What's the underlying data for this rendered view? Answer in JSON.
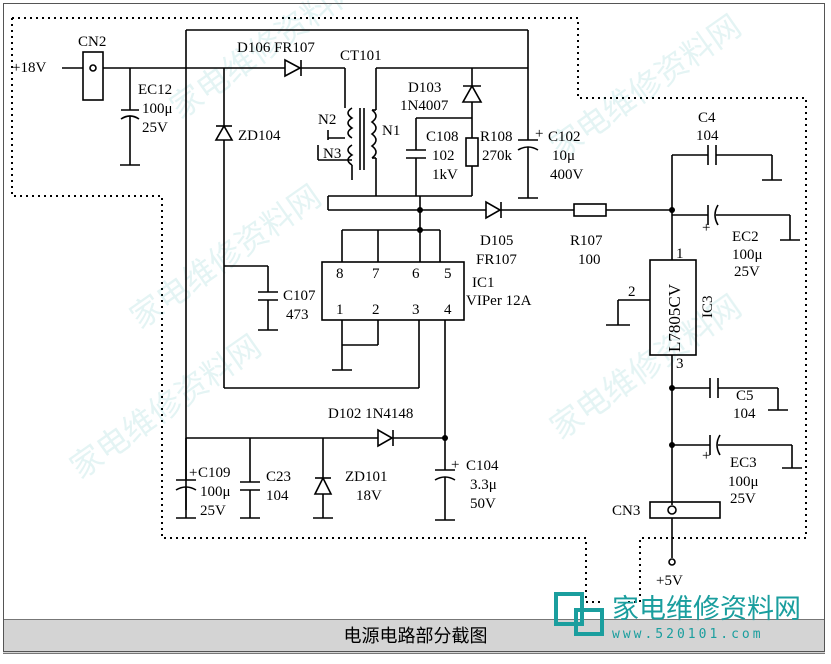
{
  "caption": "电源电路部分截图",
  "watermark": {
    "logo_text": "家电维修资料网",
    "url_text": "www.520101.com"
  },
  "labels": {
    "v18": "+18V",
    "cn2": "CN2",
    "ec12": "EC12",
    "ec12_val": "100μ",
    "ec12_v": "25V",
    "d106": "D106 FR107",
    "ct101": "CT101",
    "zd104": "ZD104",
    "n2": "N2",
    "n3": "N3",
    "n1": "N1",
    "d103": "D103",
    "d103_val": "1N4007",
    "c108": "C108",
    "c108_val": "102",
    "c108_v": "1kV",
    "r108": "R108",
    "r108_val": "270k",
    "c102": "C102",
    "c102_val": "10μ",
    "c102_v": "400V",
    "c4": "C4",
    "c4_val": "104",
    "ec2": "EC2",
    "ec2_val": "100μ",
    "ec2_v": "25V",
    "d105": "D105",
    "d105_val": "FR107",
    "r107": "R107",
    "r107_val": "100",
    "ic1": "IC1",
    "ic1_val": "VIPer 12A",
    "c107": "C107",
    "c107_val": "473",
    "ic3_part": "L7805CV",
    "ic3": "IC3",
    "c5": "C5",
    "c5_val": "104",
    "ec3": "EC3",
    "ec3_val": "100μ",
    "ec3_v": "25V",
    "d102": "D102 1N4148",
    "c109": "C109",
    "c109_val": "100μ",
    "c109_v": "25V",
    "c23": "C23",
    "c23_val": "104",
    "zd101": "ZD101",
    "zd101_v": "18V",
    "c104": "C104",
    "c104_val": "3.3μ",
    "c104_v": "50V",
    "cn3": "CN3",
    "v5": "+5V",
    "pin8": "8",
    "pin7": "7",
    "pin6": "6",
    "pin5": "5",
    "pin1": "1",
    "pin2": "2",
    "pin3": "3",
    "pin4": "4",
    "ic3_pin1": "1",
    "ic3_pin2": "2",
    "ic3_pin3": "3",
    "plus": "+"
  }
}
